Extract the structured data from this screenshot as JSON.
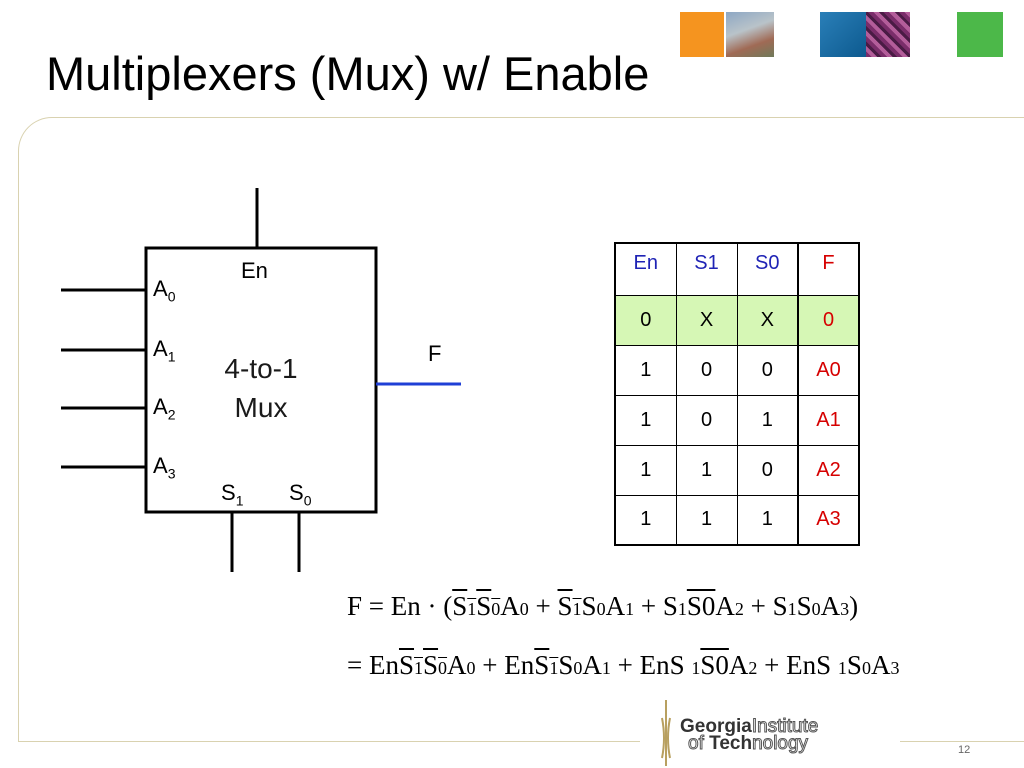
{
  "slide": {
    "title": "Multiplexers (Mux) w/ Enable",
    "page_number": "12"
  },
  "mux": {
    "label_line1": "4-to-1",
    "label_line2": "Mux",
    "enable_pin": "En",
    "output_pin": "F",
    "inputs": [
      {
        "letter": "A",
        "sub": "0"
      },
      {
        "letter": "A",
        "sub": "1"
      },
      {
        "letter": "A",
        "sub": "2"
      },
      {
        "letter": "A",
        "sub": "3"
      }
    ],
    "selects": [
      {
        "letter": "S",
        "sub": "1"
      },
      {
        "letter": "S",
        "sub": "0"
      }
    ]
  },
  "truth_table": {
    "headers": [
      "En",
      "S1",
      "S0",
      "F"
    ],
    "rows": [
      [
        "0",
        "X",
        "X",
        "0"
      ],
      [
        "1",
        "0",
        "0",
        "A0"
      ],
      [
        "1",
        "0",
        "1",
        "A1"
      ],
      [
        "1",
        "1",
        "0",
        "A2"
      ],
      [
        "1",
        "1",
        "1",
        "A3"
      ]
    ]
  },
  "equations": {
    "line1": {
      "lhs": "F = En · (",
      "t1": [
        "S",
        "1",
        "S",
        "0",
        "A",
        "0"
      ],
      "plus": "+",
      "t2": [
        "S",
        "1",
        "S",
        "0",
        "A",
        "1"
      ],
      "t3": [
        "S",
        "1",
        "S0",
        "A",
        "2"
      ],
      "t4": [
        "S",
        "1",
        "S",
        "0",
        "A",
        "3"
      ],
      "close": ")"
    },
    "line2": {
      "lhs": "= En",
      "en": "En",
      "s1sp": "S ",
      "plus": "+"
    }
  },
  "logo": {
    "line1_bold": "Georgia",
    "line1_thin": "Institute",
    "line2_thin_a": "of ",
    "line2_bold": "Tech",
    "line2_thin_b": "nology"
  },
  "colors": {
    "wire_output": "#1f3fd6",
    "header_blue": "#1f23b5",
    "header_red": "#d60000",
    "highlight_row": "#d6f7b5",
    "orange": "#f5941f",
    "green": "#4cb849"
  }
}
